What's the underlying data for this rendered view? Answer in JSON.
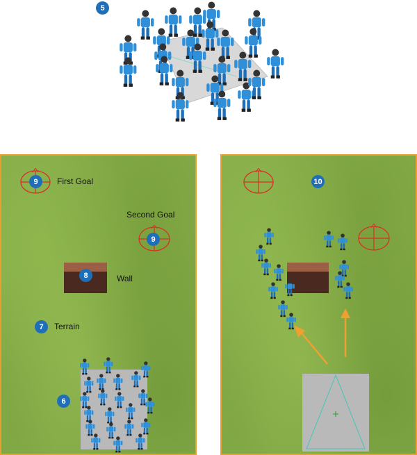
{
  "top_view": {
    "badge": "5"
  },
  "left_panel": {
    "first_goal": {
      "badge": "9",
      "label": "First Goal"
    },
    "second_goal": {
      "badge": "9",
      "label": "Second Goal"
    },
    "wall": {
      "badge": "8",
      "label": "Wall"
    },
    "terrain": {
      "badge": "7",
      "label": "Terrain"
    },
    "crowd": {
      "badge": "6"
    }
  },
  "right_panel": {
    "badge": "10"
  },
  "colors": {
    "frame": "#e8a030",
    "grass": "#86ad4a",
    "badge": "#1f6fb8",
    "goal_ring": "#d93025",
    "robot_body": "#2f8fd8",
    "wall_top": "#9a5f44",
    "wall_face": "#4a2a20",
    "arrow": "#f0a030",
    "spawn_area": "#b9b9b9",
    "spawn_outline": "#3fc6b8"
  },
  "icons": [
    "goal-target-icon",
    "robot-agent-icon",
    "direction-arrow-icon"
  ]
}
